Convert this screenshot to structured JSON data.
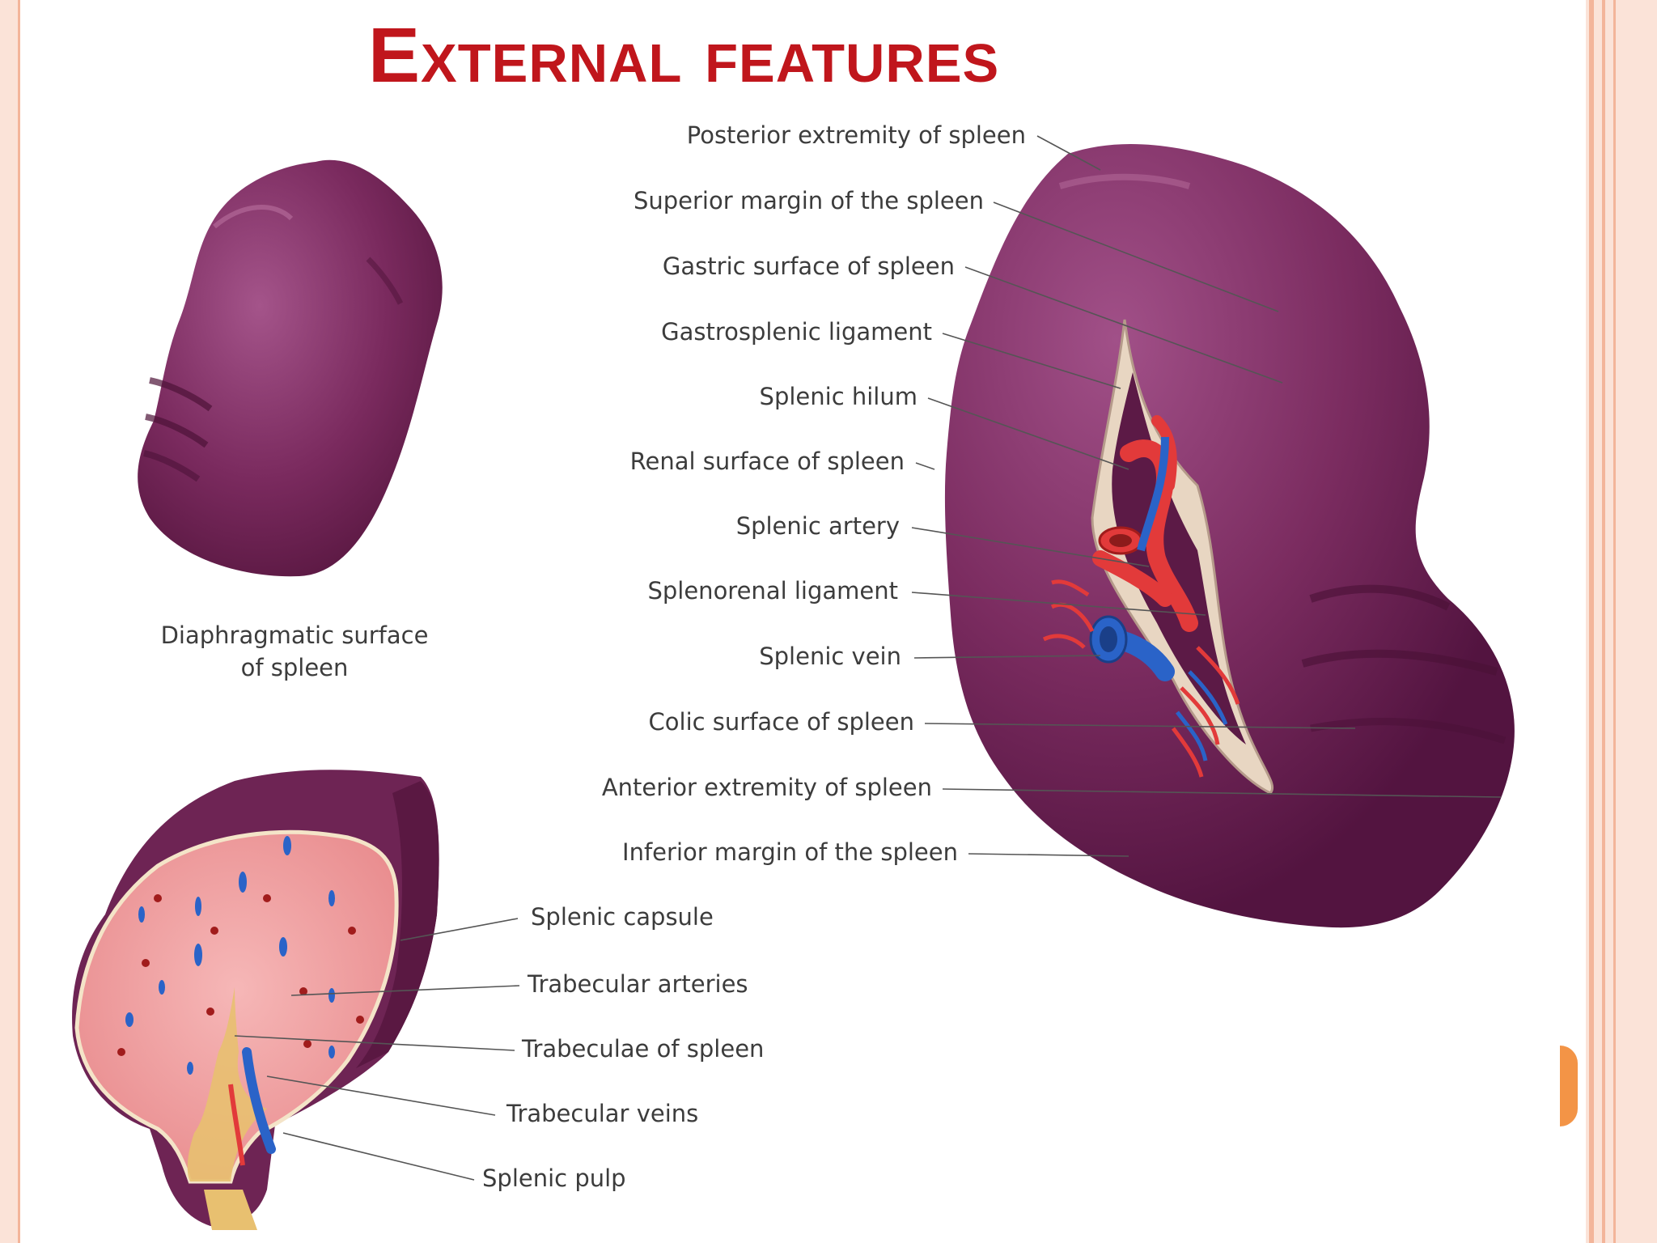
{
  "title": "External features",
  "labels": {
    "diaphragmatic": "Diaphragmatic surface\nof spleen",
    "diaphragmatic_line1": "Diaphragmatic surface",
    "diaphragmatic_line2": "of spleen",
    "right": [
      "Posterior extremity of spleen",
      "Superior margin of the spleen",
      "Gastric surface of spleen",
      "Gastrosplenic ligament",
      "Splenic hilum",
      "Renal surface of spleen",
      "Splenic artery",
      "Splenorenal ligament",
      "Splenic vein",
      "Colic surface of spleen",
      "Anterior extremity of spleen",
      "Inferior margin of the spleen"
    ],
    "section": [
      "Splenic capsule",
      "Trabecular arteries",
      "Trabeculae of spleen",
      "Trabecular veins",
      "Splenic pulp"
    ]
  },
  "colors": {
    "title": "#c0161c",
    "spleen": "#7a2a5e",
    "spleen_light": "#9a4a7e",
    "artery": "#e23a3a",
    "vein": "#2a63c8",
    "pulp": "#f2a3a3",
    "trabeculae": "#e8c070",
    "frame": "#f3b59a"
  }
}
